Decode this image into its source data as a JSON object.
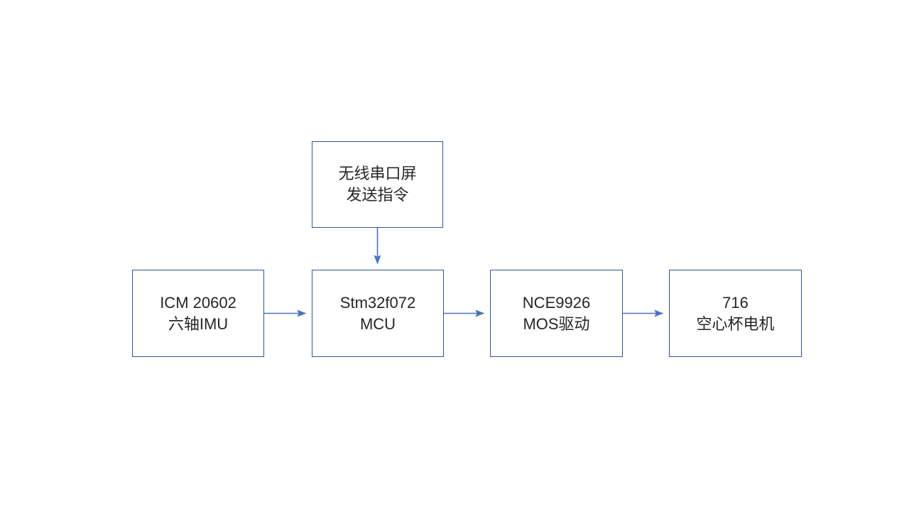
{
  "diagram": {
    "title": "",
    "background_color": "#ffffff",
    "box_border_color": "#2e5496",
    "arrow_color": "#4472c4",
    "text_color": "#262626",
    "nodes": [
      {
        "id": "display",
        "lines": [
          "无线串口屏",
          "发送指令"
        ],
        "line1": "无线串口屏",
        "line2": "发送指令"
      },
      {
        "id": "imu",
        "lines": [
          "ICM 20602",
          "六轴IMU"
        ],
        "line1": "ICM 20602",
        "line2": "六轴IMU"
      },
      {
        "id": "mcu",
        "lines": [
          "Stm32f072",
          "MCU"
        ],
        "line1": "Stm32f072",
        "line2": "MCU"
      },
      {
        "id": "mos",
        "lines": [
          "NCE9926",
          "MOS驱动"
        ],
        "line1": "NCE9926",
        "line2": "MOS驱动"
      },
      {
        "id": "motor",
        "lines": [
          "716",
          "空心杯电机"
        ],
        "line1": "716",
        "line2": "空心杯电机"
      }
    ],
    "edges": [
      {
        "id": "display-to-mcu",
        "from": "display",
        "to": "mcu",
        "direction": "down",
        "label": ""
      },
      {
        "id": "imu-to-mcu",
        "from": "imu",
        "to": "mcu",
        "direction": "right",
        "label": ""
      },
      {
        "id": "mcu-to-mos",
        "from": "mcu",
        "to": "mos",
        "direction": "right",
        "label": ""
      },
      {
        "id": "mos-to-motor",
        "from": "mos",
        "to": "motor",
        "direction": "right",
        "label": ""
      }
    ]
  }
}
